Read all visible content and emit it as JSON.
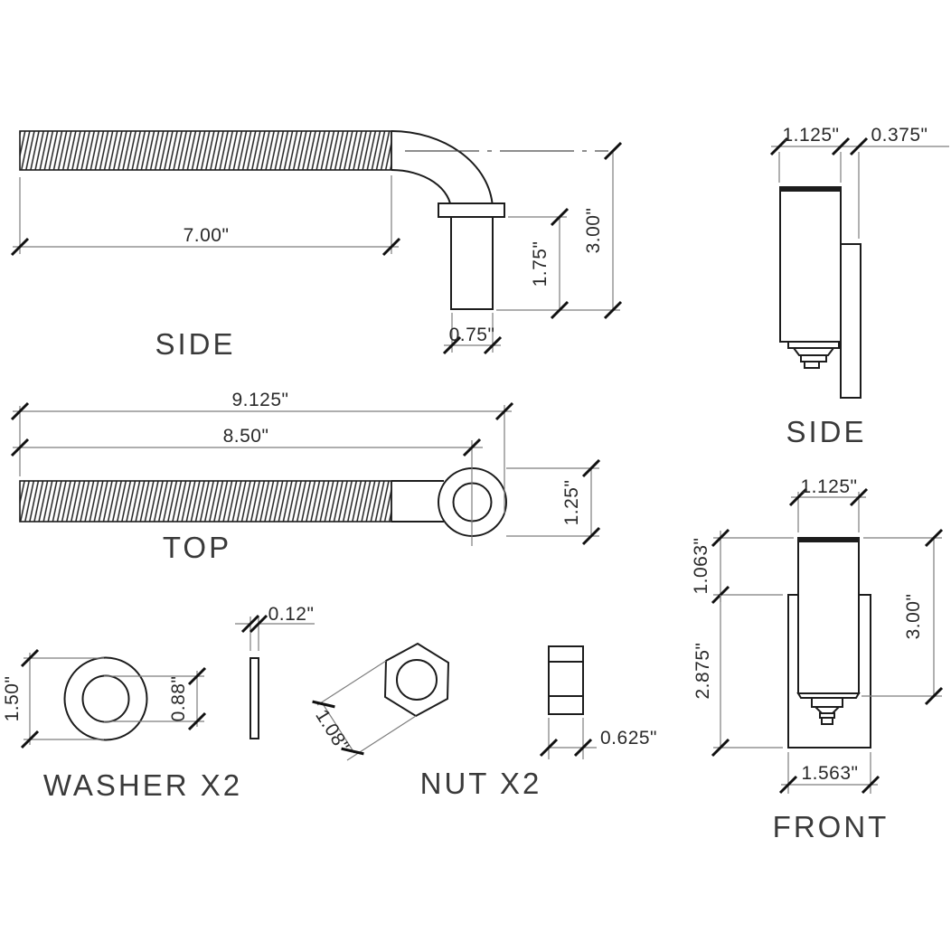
{
  "views": {
    "hook_side": {
      "label": "SIDE",
      "len": "7.00\"",
      "drop": "1.75\"",
      "height": "3.00\"",
      "dia": "0.75\""
    },
    "hook_top": {
      "label": "TOP",
      "overall": "9.125\"",
      "to_center": "8.50\"",
      "eye_od": "1.25\""
    },
    "washer": {
      "label": "WASHER  X2",
      "od": "1.50\"",
      "id": "0.88\"",
      "thk": "0.12\""
    },
    "nut": {
      "label": "NUT  X2",
      "af": "1.08\"",
      "thk": "0.625\""
    },
    "fix_side": {
      "label": "SIDE",
      "body": "1.125\"",
      "plate": "0.375\""
    },
    "fix_front": {
      "label": "FRONT",
      "body_w": "1.125\"",
      "above": "1.063\"",
      "plate_h": "2.875\"",
      "body_h": "3.00\"",
      "plate_w": "1.563\""
    }
  },
  "colors": {
    "object_line": "#1c1c1c",
    "dimension_line": "#7d7d7d",
    "tick": "#111111",
    "text": "#2a2a2a",
    "background": "#ffffff"
  }
}
